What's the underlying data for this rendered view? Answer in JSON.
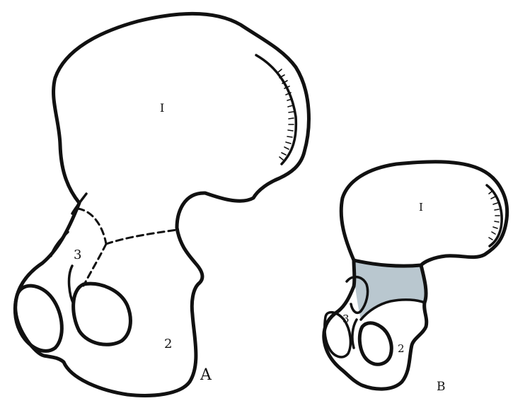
{
  "figure": {
    "panels": [
      {
        "id": "A",
        "caption": "A",
        "regions": [
          {
            "number": "I"
          },
          {
            "number": "2"
          },
          {
            "number": "3"
          }
        ]
      },
      {
        "id": "B",
        "caption": "B",
        "regions": [
          {
            "number": "I"
          },
          {
            "number": "2"
          },
          {
            "number": "3"
          }
        ]
      }
    ],
    "colors": {
      "ink": "#111111",
      "cartilage_shading": "#b9c7cf",
      "background": "#ffffff"
    }
  }
}
